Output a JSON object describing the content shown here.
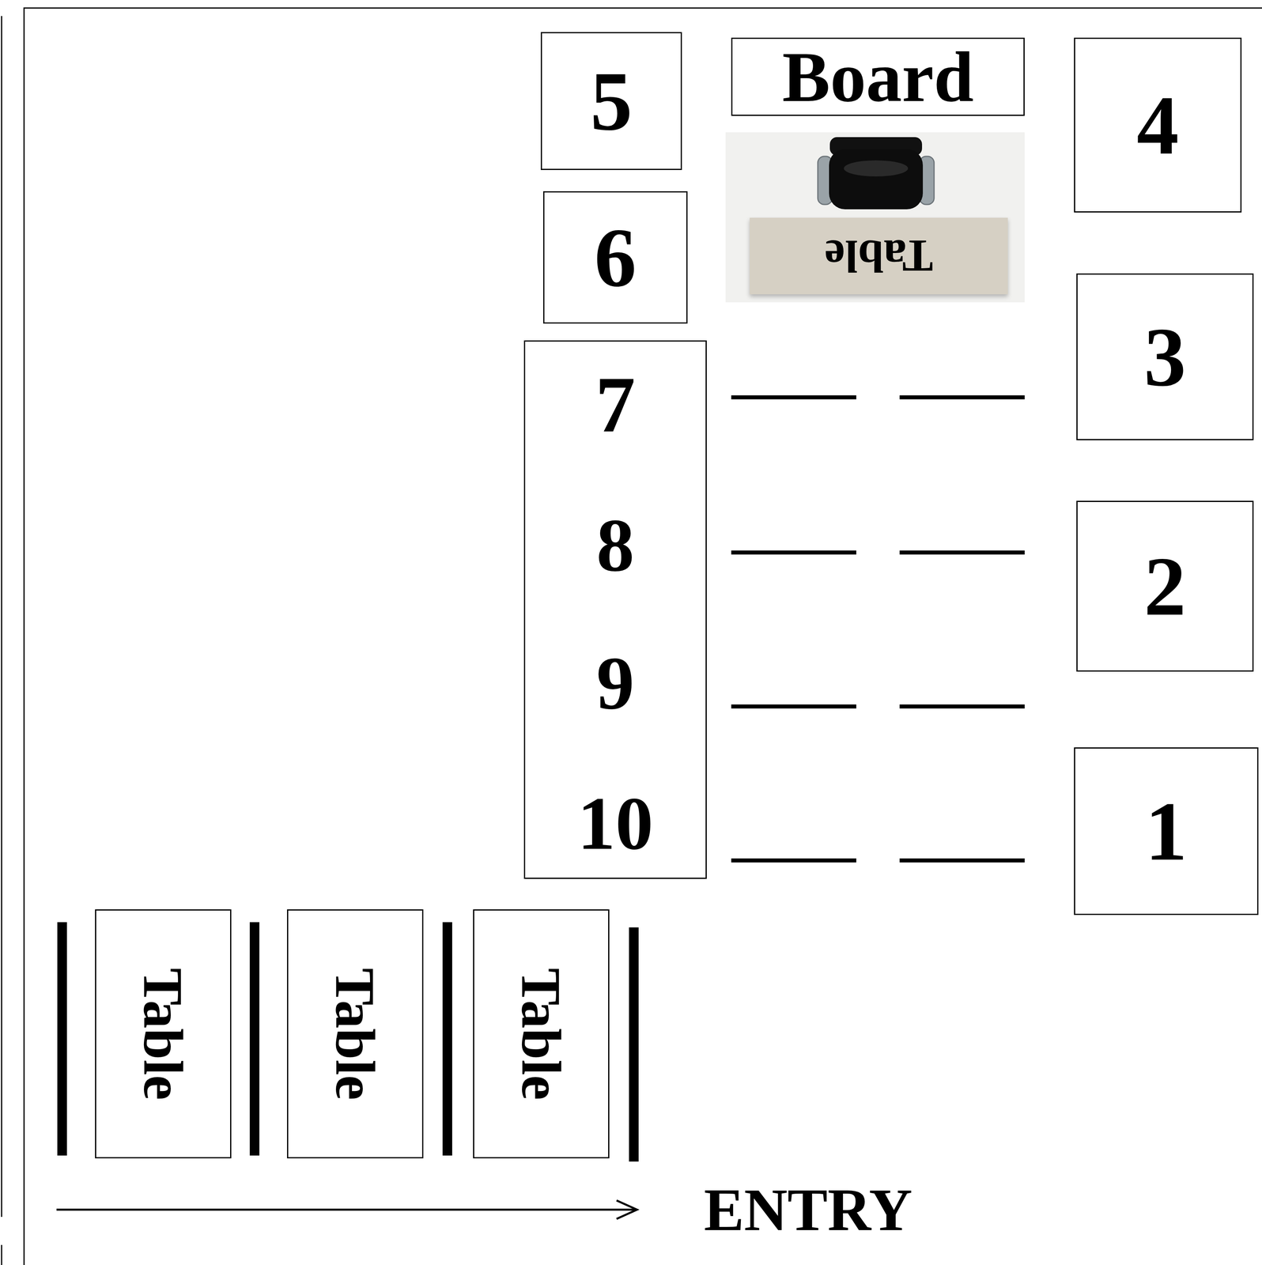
{
  "diagram": {
    "nodes": [
      {
        "text": [
          "5"
        ]
      },
      {
        "text": [
          "Board"
        ]
      },
      {
        "text": [
          "4"
        ]
      },
      {
        "text": [
          "6"
        ]
      },
      {
        "text": [
          "Table"
        ]
      },
      {
        "text": [
          "3"
        ]
      },
      {
        "text": [
          "7",
          "8",
          "9",
          "10"
        ]
      },
      {
        "text": [
          "2"
        ]
      },
      {
        "text": [
          "1"
        ]
      },
      {
        "text": [
          "Table"
        ]
      },
      {
        "text": [
          "Table"
        ]
      },
      {
        "text": [
          "Table"
        ]
      }
    ],
    "labels": [
      "ENTRY"
    ]
  }
}
